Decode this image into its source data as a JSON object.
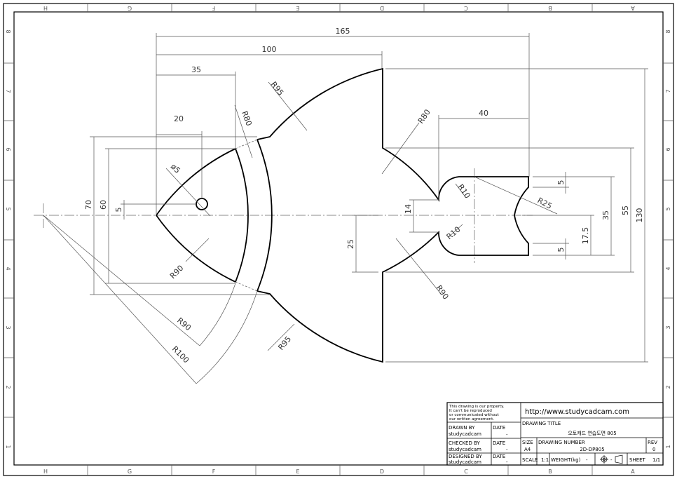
{
  "sheet": {
    "columns_top": [
      "H",
      "G",
      "F",
      "E",
      "D",
      "C",
      "B",
      "A"
    ],
    "columns_bottom": [
      "H",
      "G",
      "F",
      "E",
      "D",
      "C",
      "B",
      "A"
    ],
    "rows": [
      "8",
      "7",
      "6",
      "5",
      "4",
      "3",
      "2",
      "1"
    ]
  },
  "dimensions": {
    "d165": "165",
    "d100": "100",
    "d35": "35",
    "d20": "20",
    "d40": "40",
    "d70": "70",
    "d60": "60",
    "d5_left": "5",
    "d14": "14",
    "d25": "25",
    "d5_top": "5",
    "d5_bottom": "5",
    "d17_5": "17.5",
    "d35_right": "35",
    "d55": "55",
    "d130": "130",
    "r95_top": "R95",
    "r80_band": "R80",
    "r80_right": "R80",
    "phi5": "ø5",
    "r90_head": "R90",
    "r90_lower": "R90",
    "r100": "R100",
    "r95_bottom": "R95",
    "r90_right": "R90",
    "r10_top": "R10",
    "r10_bottom": "R10",
    "r25": "R25"
  },
  "title_block": {
    "notice": [
      "This drawing is our property.",
      "It can't be reproduced",
      "or communicated without",
      "our written agreement."
    ],
    "url": "http://www.studycadcam.com",
    "drawing_title_label": "DRAWING TITLE",
    "drawing_title": "오토캐드 연습도면 805",
    "drawn_by_label": "DRAWN BY",
    "drawn_by": "studycadcam",
    "checked_by_label": "CHECKED BY",
    "checked_by": "studycadcam",
    "designed_by_label": "DESIGNED BY",
    "designed_by": "studycadcam",
    "date_label": "DATE",
    "date_value": "-",
    "size_label": "SIZE",
    "size": "A4",
    "drawing_number_label": "DRAWING NUMBER",
    "drawing_number": "2D-DP805",
    "rev_label": "REV",
    "rev": "0",
    "scale_label": "SCALE",
    "scale": "1:1",
    "weight_label": "WEIGHT(kg)",
    "weight": "-",
    "projection_sep": "-",
    "sheet_label": "SHEET",
    "sheet": "1/1"
  }
}
